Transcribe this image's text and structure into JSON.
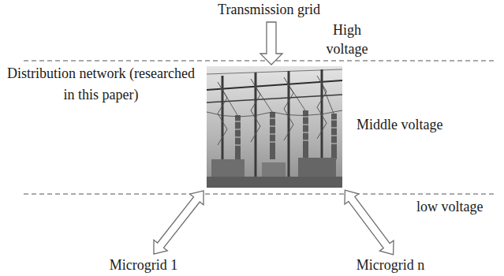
{
  "diagram": {
    "labels": [
      "Transmission grid",
      "High voltage",
      "Distribution network (researched in this paper)",
      "Middle voltage",
      "low voltage",
      "Microgrid 1",
      "Microgrid n"
    ]
  }
}
